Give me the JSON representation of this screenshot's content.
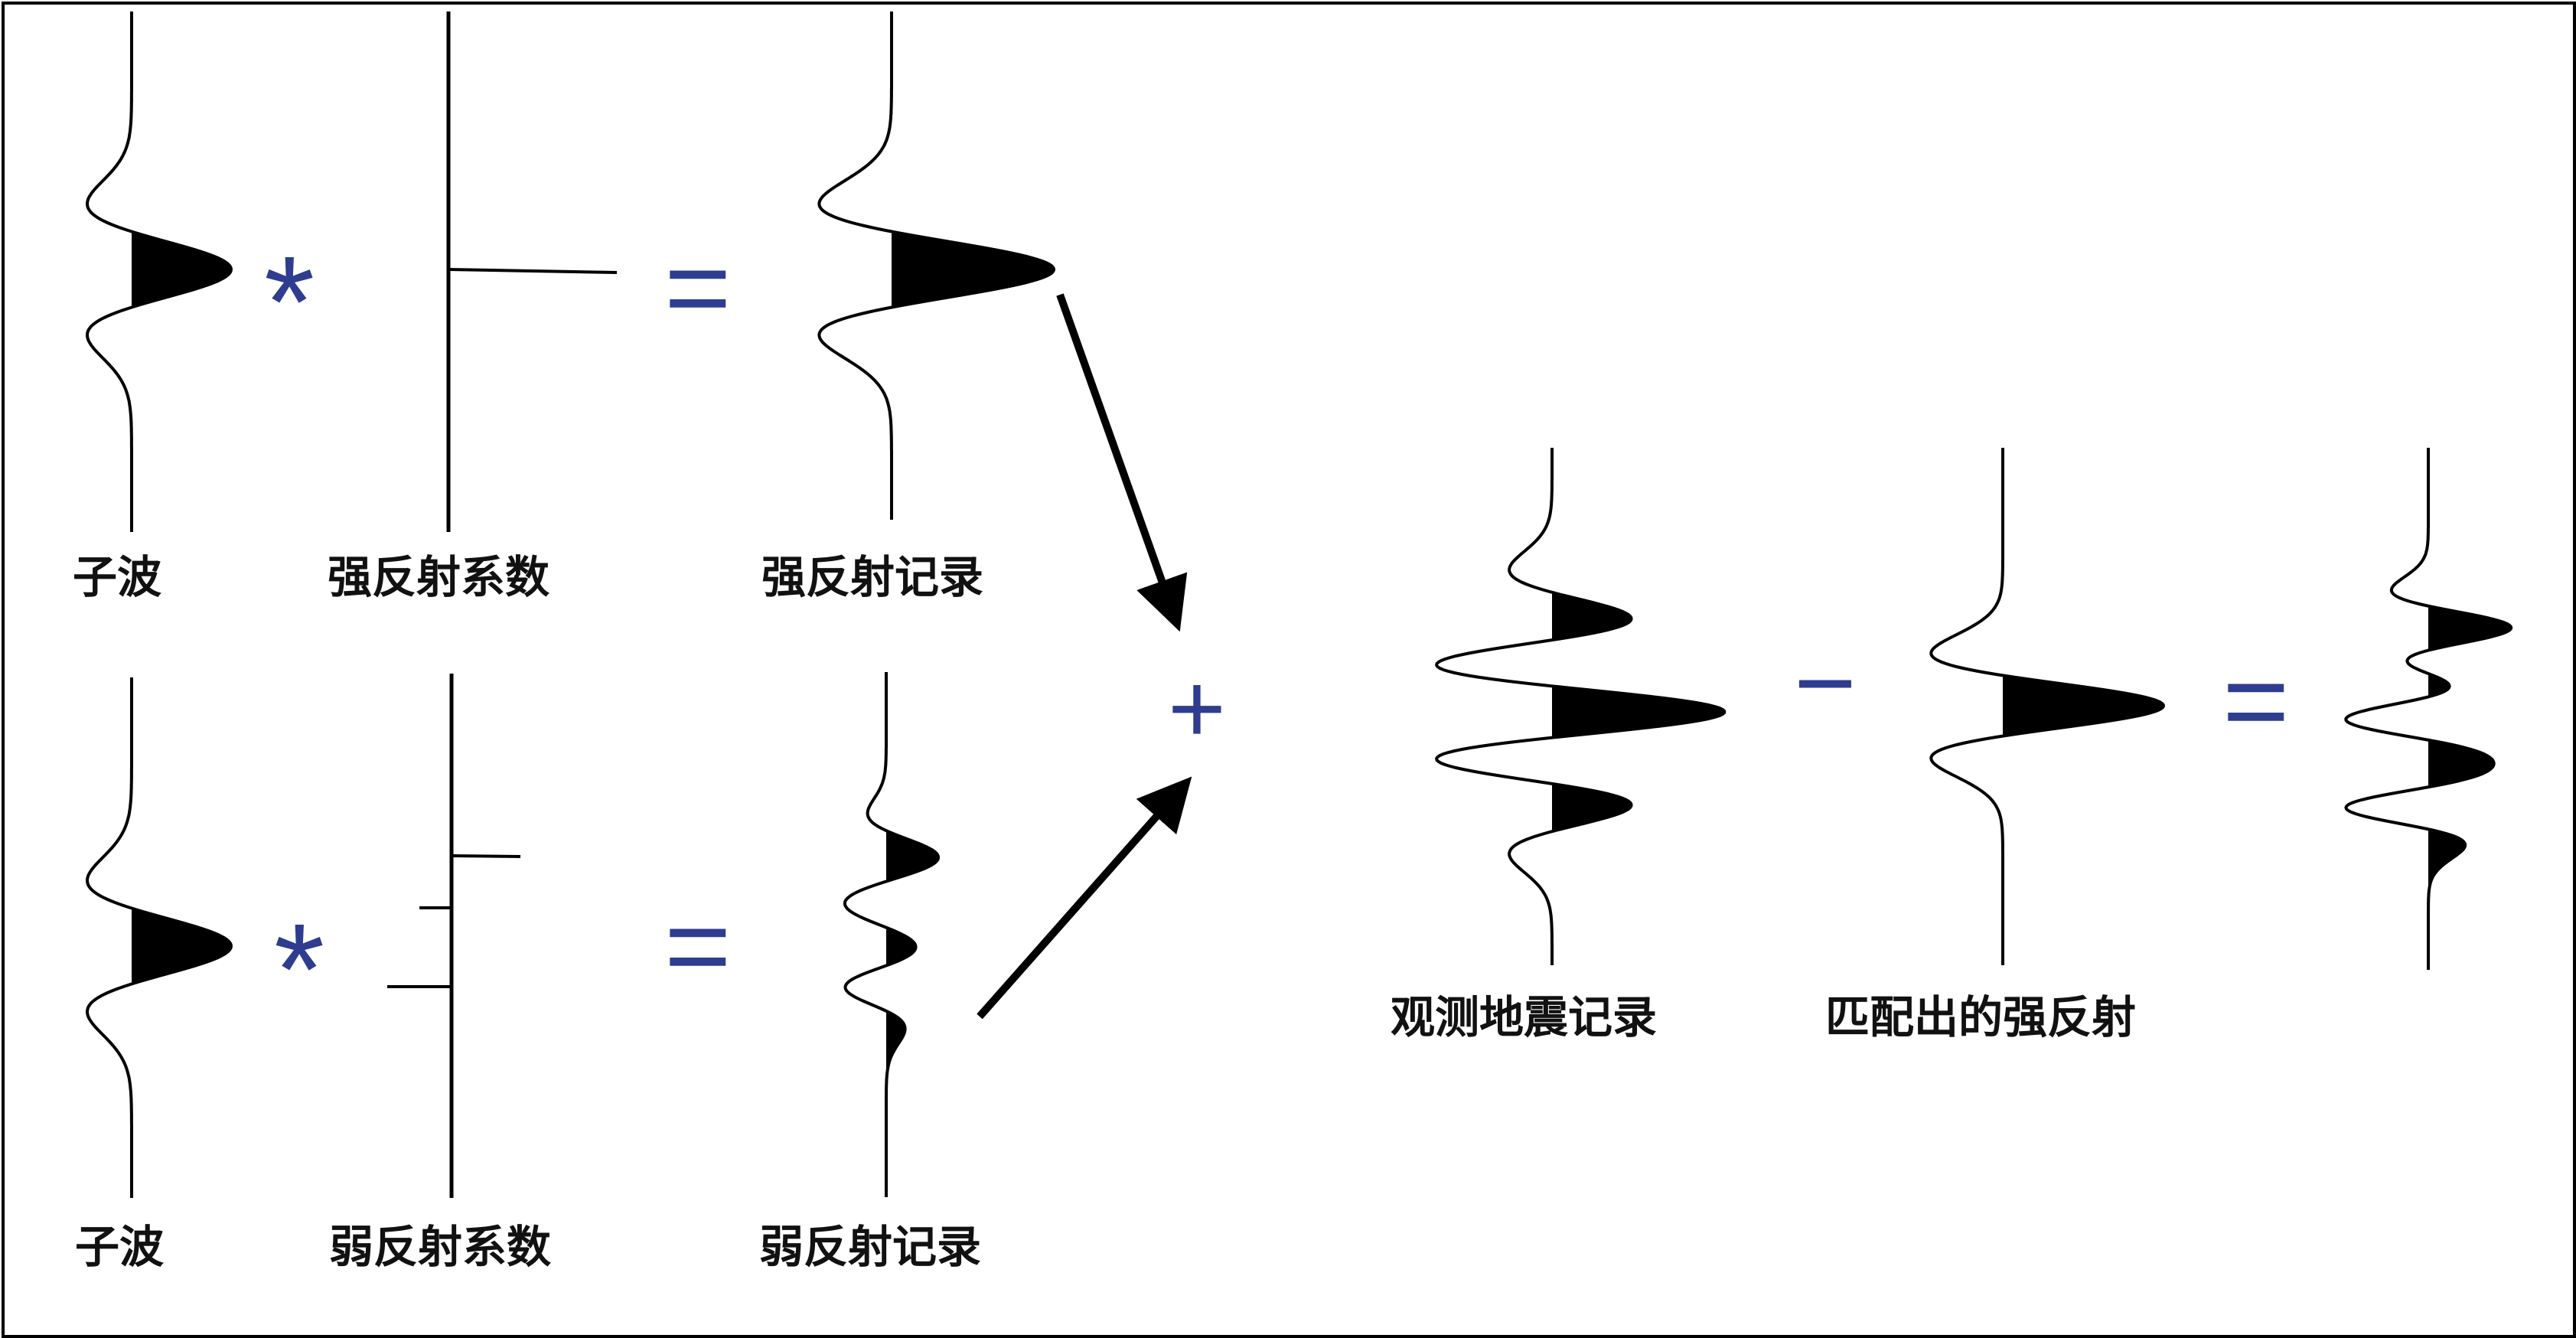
{
  "colors": {
    "operator": "#2e3d8f",
    "ink": "#000000",
    "background": "#ffffff"
  },
  "labels": {
    "wavelet_top": "子波",
    "strong_coef": "强反射系数",
    "strong_record": "强反射记录",
    "wavelet_bottom": "子波",
    "weak_coef": "弱反射系数",
    "weak_record": "弱反射记录",
    "observed": "观测地震记录",
    "matched_strong": "匹配出的强反射"
  },
  "operators": {
    "convolve": "*",
    "equals": "=",
    "plus": "+",
    "minus": "−"
  }
}
